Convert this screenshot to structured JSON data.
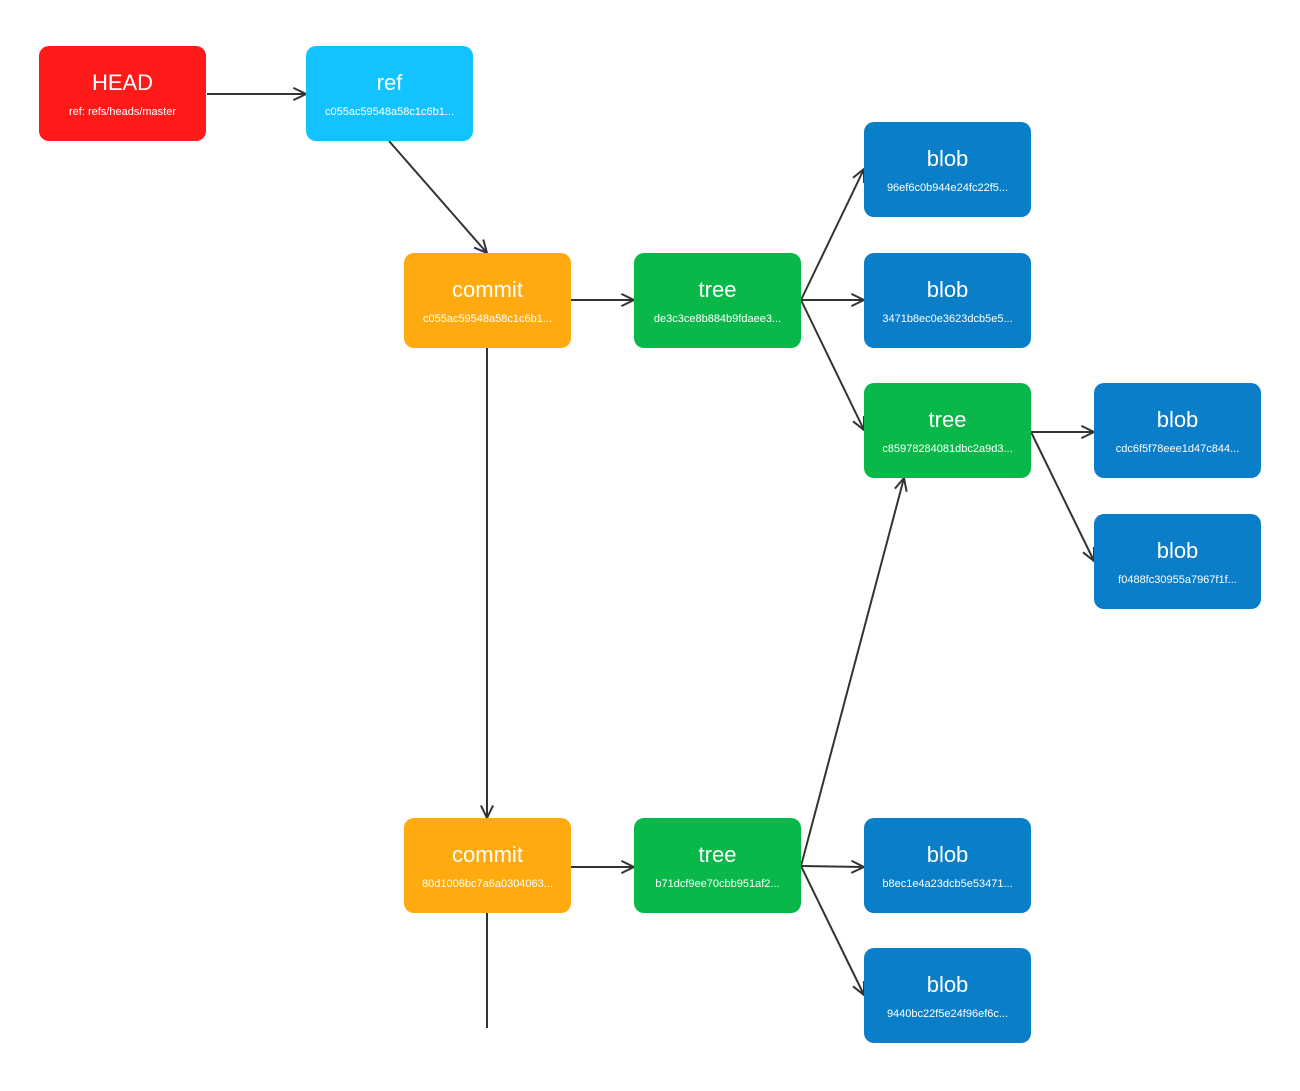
{
  "colors": {
    "head": "#ff1a1a",
    "ref": "#12c3ff",
    "commit": "#ffab0f",
    "tree": "#0ab84a",
    "blob": "#0a7ec9",
    "edge": "#333333"
  },
  "nodes": {
    "head": {
      "type": "head",
      "title": "HEAD",
      "subtitle": "ref: refs/heads/master"
    },
    "ref": {
      "type": "ref",
      "title": "ref",
      "subtitle": "c055ac59548a58c1c6b1..."
    },
    "commit1": {
      "type": "commit",
      "title": "commit",
      "subtitle": "c055ac59548a58c1c6b1..."
    },
    "tree1": {
      "type": "tree",
      "title": "tree",
      "subtitle": "de3c3ce8b884b9fdaee3..."
    },
    "blob1": {
      "type": "blob",
      "title": "blob",
      "subtitle": "96ef6c0b944e24fc22f5..."
    },
    "blob2": {
      "type": "blob",
      "title": "blob",
      "subtitle": "3471b8ec0e3623dcb5e5..."
    },
    "tree2": {
      "type": "tree",
      "title": "tree",
      "subtitle": "c85978284081dbc2a9d3..."
    },
    "blob3": {
      "type": "blob",
      "title": "blob",
      "subtitle": "cdc6f5f78eee1d47c844..."
    },
    "blob4": {
      "type": "blob",
      "title": "blob",
      "subtitle": "f0488fc30955a7967f1f..."
    },
    "commit2": {
      "type": "commit",
      "title": "commit",
      "subtitle": "80d1006bc7a6a0304063..."
    },
    "tree3": {
      "type": "tree",
      "title": "tree",
      "subtitle": "b71dcf9ee70cbb951af2..."
    },
    "blob5": {
      "type": "blob",
      "title": "blob",
      "subtitle": "b8ec1e4a23dcb5e53471..."
    },
    "blob6": {
      "type": "blob",
      "title": "blob",
      "subtitle": "9440bc22f5e24f96ef6c..."
    }
  },
  "edges": [
    {
      "from": "head",
      "to": "ref"
    },
    {
      "from": "ref",
      "to": "commit1"
    },
    {
      "from": "commit1",
      "to": "tree1"
    },
    {
      "from": "commit1",
      "to": "commit2"
    },
    {
      "from": "tree1",
      "to": "blob1"
    },
    {
      "from": "tree1",
      "to": "blob2"
    },
    {
      "from": "tree1",
      "to": "tree2"
    },
    {
      "from": "tree2",
      "to": "blob3"
    },
    {
      "from": "tree2",
      "to": "blob4"
    },
    {
      "from": "commit2",
      "to": "tree3"
    },
    {
      "from": "tree3",
      "to": "tree2"
    },
    {
      "from": "tree3",
      "to": "blob5"
    },
    {
      "from": "tree3",
      "to": "blob6"
    },
    {
      "from": "commit2",
      "to": "continuation"
    }
  ]
}
